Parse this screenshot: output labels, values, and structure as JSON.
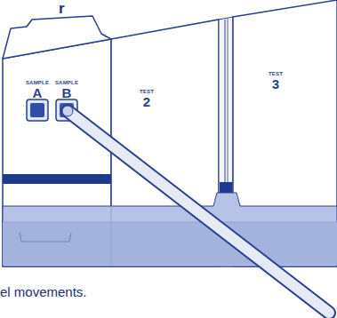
{
  "diagram": {
    "nodes": [
      {
        "text": [
          "SAMPLE",
          "A"
        ]
      },
      {
        "text": [
          "SAMPLE",
          "B"
        ]
      },
      {
        "text": [
          "TEST",
          "2"
        ]
      },
      {
        "text": [
          "TEST",
          "3"
        ]
      }
    ],
    "labels": [
      "r",
      "el movements."
    ]
  }
}
